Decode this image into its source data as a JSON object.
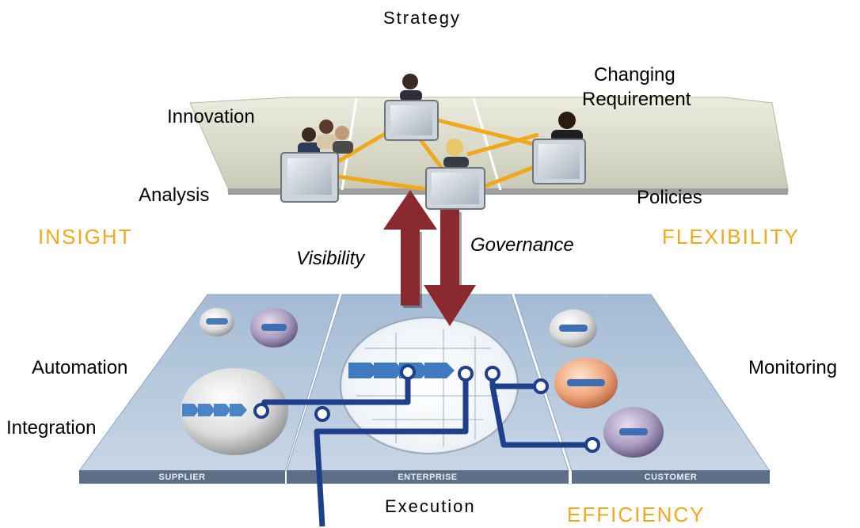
{
  "labels": {
    "strategy": "Strategy",
    "changing_requirement_line1": "Changing",
    "changing_requirement_line2": "Requirement",
    "innovation": "Innovation",
    "analysis": "Analysis",
    "policies": "Policies",
    "insight": "INSIGHT",
    "flexibility": "FLEXIBILITY",
    "visibility": "Visibility",
    "governance": "Governance",
    "automation": "Automation",
    "integration": "Integration",
    "monitoring": "Monitoring",
    "execution": "Execution",
    "efficiency": "EFFICIENCY"
  },
  "bands": {
    "supplier": "SUPPLIER",
    "enterprise": "ENTERPRISE",
    "customer": "CUSTOMER"
  },
  "colors": {
    "gold": "#F0A81C",
    "arrow": "#8B2A2E",
    "connector": "#1F3F8A",
    "platform_top": "#D8D8C8",
    "platform_bottom": "#A9C0D8"
  }
}
